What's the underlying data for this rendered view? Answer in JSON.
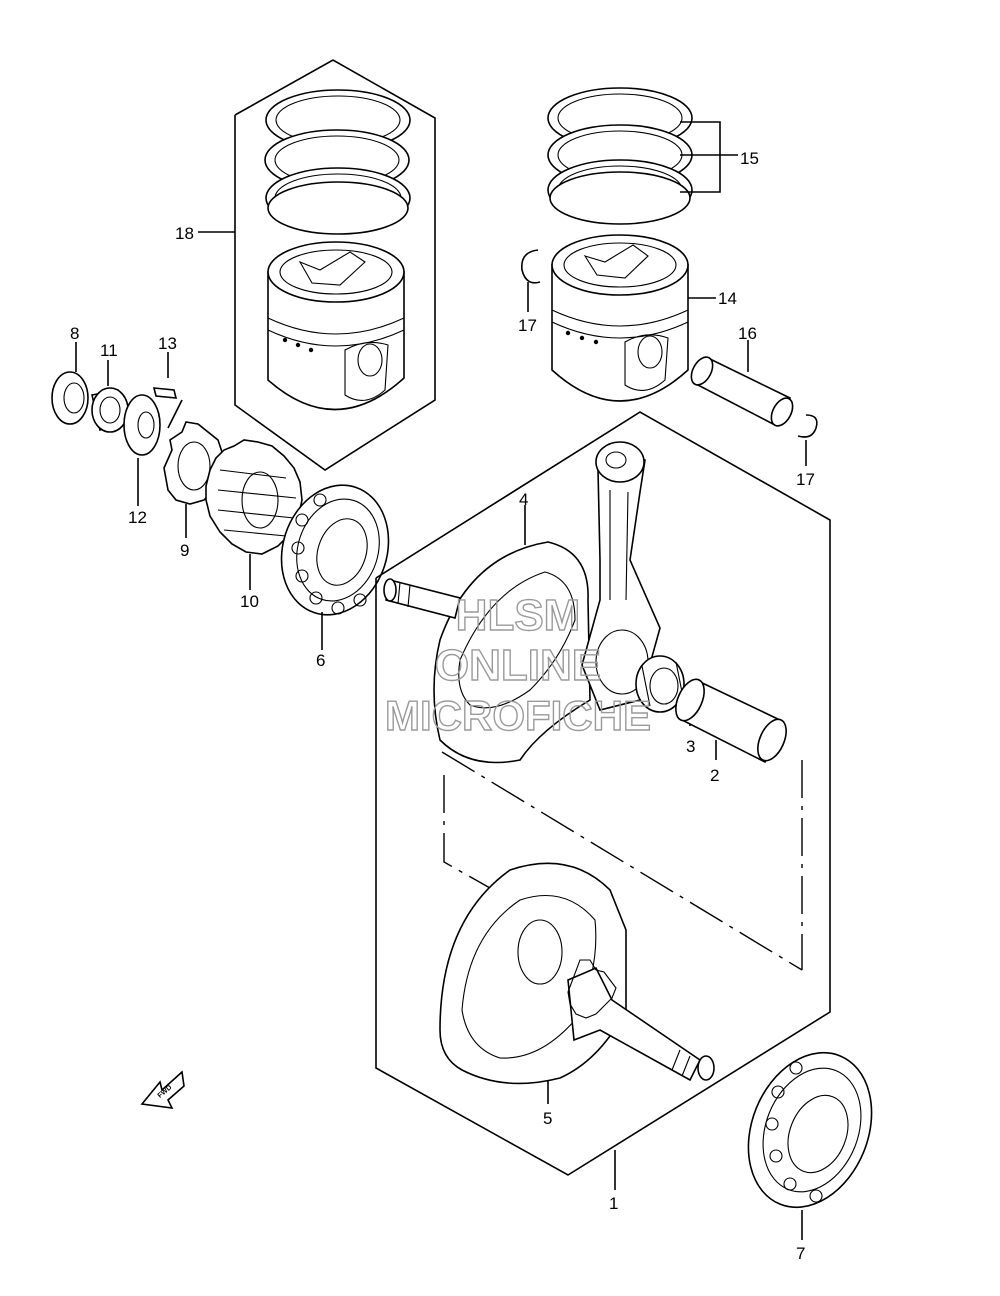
{
  "callouts": {
    "c1": "1",
    "c2": "2",
    "c3": "3",
    "c4": "4",
    "c5": "5",
    "c6": "6",
    "c7": "7",
    "c8": "8",
    "c9": "9",
    "c10": "10",
    "c11": "11",
    "c12": "12",
    "c13": "13",
    "c14": "14",
    "c15": "15",
    "c16": "16",
    "c17a": "17",
    "c17b": "17",
    "c18": "18"
  },
  "watermark": {
    "line1": "HLSM",
    "line2": "ONLINE",
    "line3": "MICROFICHE"
  },
  "fwd_label": "FWD"
}
